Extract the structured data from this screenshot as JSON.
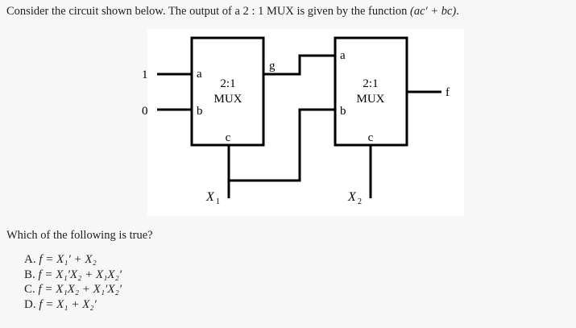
{
  "question": {
    "prefix": "Consider the circuit shown below. The output of a ",
    "mux_ratio": "2 : 1",
    "middle": " MUX is given by the function ",
    "function": "(ac′ + bc)",
    "suffix": "."
  },
  "diagram": {
    "input_1": "1",
    "input_0": "0",
    "mux1": {
      "a": "a",
      "b": "b",
      "c": "c",
      "title": "2:1",
      "subtitle": "MUX",
      "output": "g"
    },
    "mux2": {
      "a": "a",
      "b": "b",
      "c": "c",
      "title": "2:1",
      "subtitle": "MUX",
      "output": "f"
    },
    "select1": "X",
    "select1_sub": "1",
    "select2": "X",
    "select2_sub": "2"
  },
  "prompt": "Which of the following is true?",
  "options": [
    {
      "label": "A.",
      "expr": "f = X₁′ + X₂"
    },
    {
      "label": "B.",
      "expr": "f = X₁′X₂ + X₁X₂′"
    },
    {
      "label": "C.",
      "expr": "f = X₁X₂ + X₁′X₂′"
    },
    {
      "label": "D.",
      "expr": "f = X₁ + X₂′"
    }
  ]
}
